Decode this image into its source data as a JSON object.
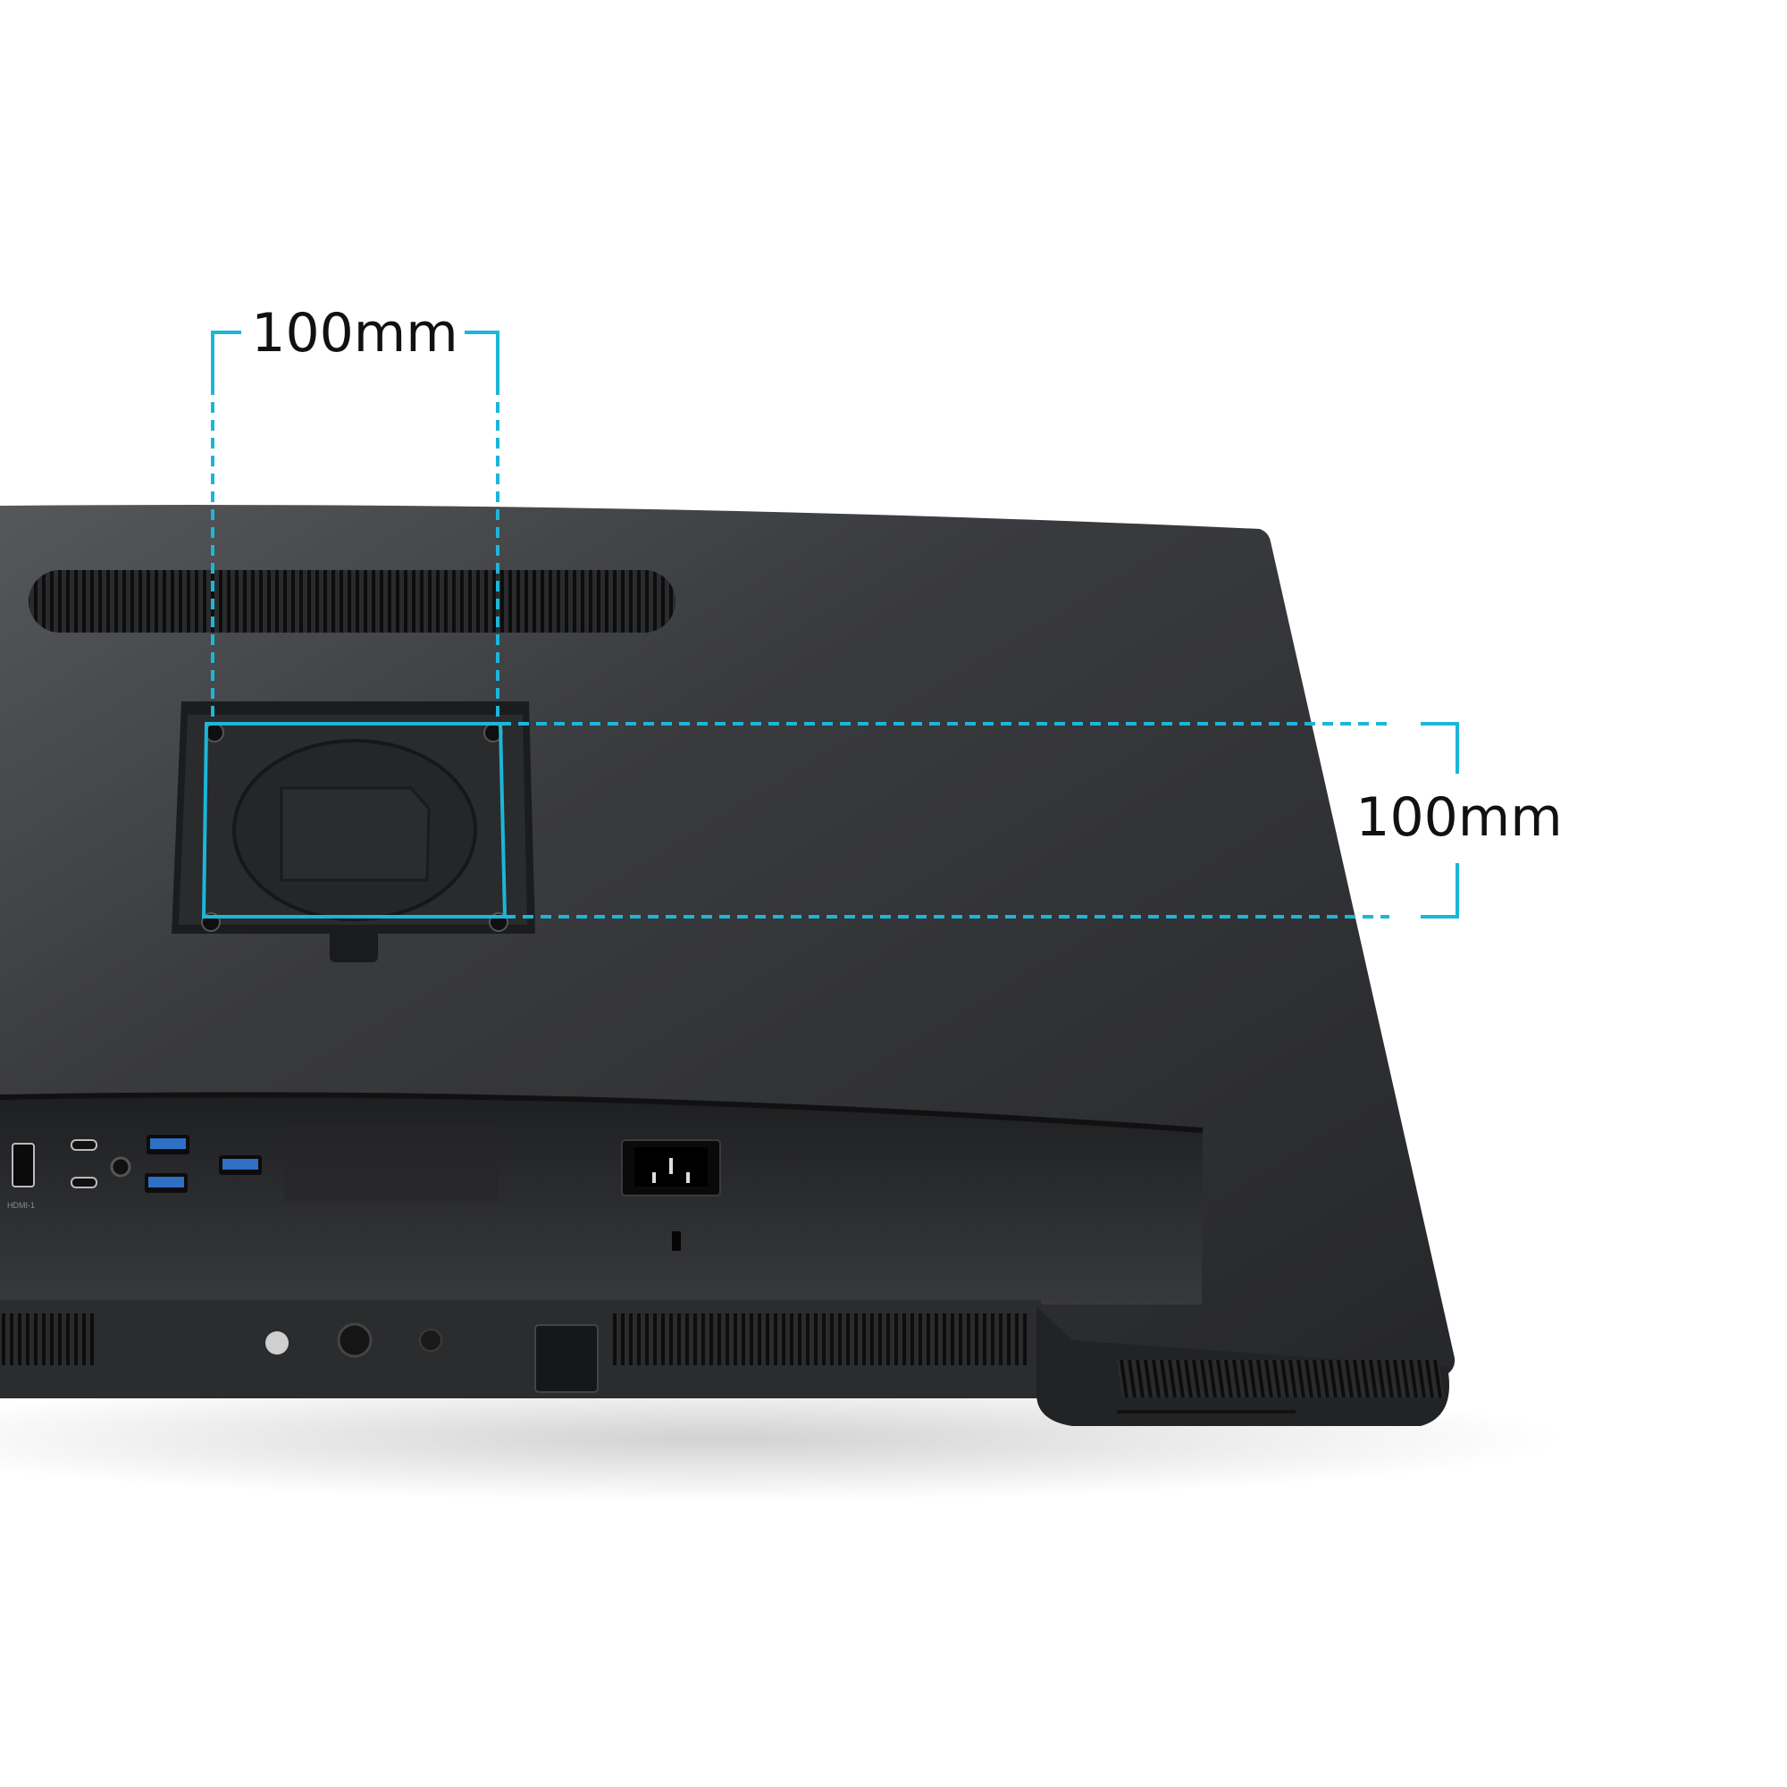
{
  "annotations": {
    "horizontal_dimension": "100mm",
    "vertical_dimension": "100mm"
  },
  "ports": {
    "hdmi_label": "HDMI-1"
  },
  "colors": {
    "dimension_line": "#1cb6d8",
    "monitor_body": "#2e2f31",
    "background": "#ffffff",
    "usb_port": "#2f6fc4"
  },
  "icons": [
    "hdmi-port-icon",
    "usb-c-port-icon",
    "audio-jack-icon",
    "usb-a-port-icon",
    "power-socket-icon",
    "kensington-lock-icon",
    "joystick-button-icon",
    "power-button-icon"
  ]
}
